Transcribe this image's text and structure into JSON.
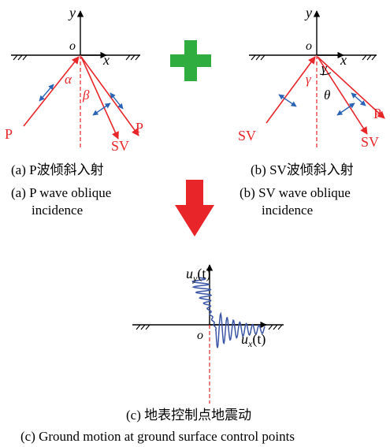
{
  "panel_a": {
    "axis_y": "y",
    "axis_x": "x",
    "origin": "o",
    "angle_alpha": "α",
    "angle_beta": "β",
    "label_p_incident": "P",
    "label_p_reflected": "P",
    "label_sv_reflected": "SV",
    "caption_cn": "(a) P波倾斜入射",
    "caption_en_line1": "(a)  P wave oblique",
    "caption_en_line2": "incidence"
  },
  "panel_b": {
    "axis_y": "y",
    "axis_x": "x",
    "origin": "o",
    "angle_gamma_left": "γ",
    "angle_gamma_right": "γ",
    "angle_theta": "θ",
    "label_sv_incident": "SV",
    "label_p_reflected": "P",
    "label_sv_reflected": "SV",
    "caption_cn": "(b) SV波倾斜入射",
    "caption_en_line1": "(b) SV wave oblique",
    "caption_en_line2": "incidence"
  },
  "panel_c": {
    "axis_y_label": "u",
    "axis_y_sub": "y",
    "axis_y_arg": "(t)",
    "axis_x_label": "u",
    "axis_x_sub": "x",
    "axis_x_arg": "(t)",
    "origin": "o",
    "caption_cn": "(c) 地表控制点地震动",
    "caption_en": "(c) Ground motion at ground surface control points"
  },
  "colors": {
    "ray": "#e8262a",
    "particle_motion": "#2a63b5",
    "plus_symbol": "#2fae3f",
    "arrow_down": "#e8262a",
    "waveform": "#3b55a6",
    "axis": "#000000"
  }
}
